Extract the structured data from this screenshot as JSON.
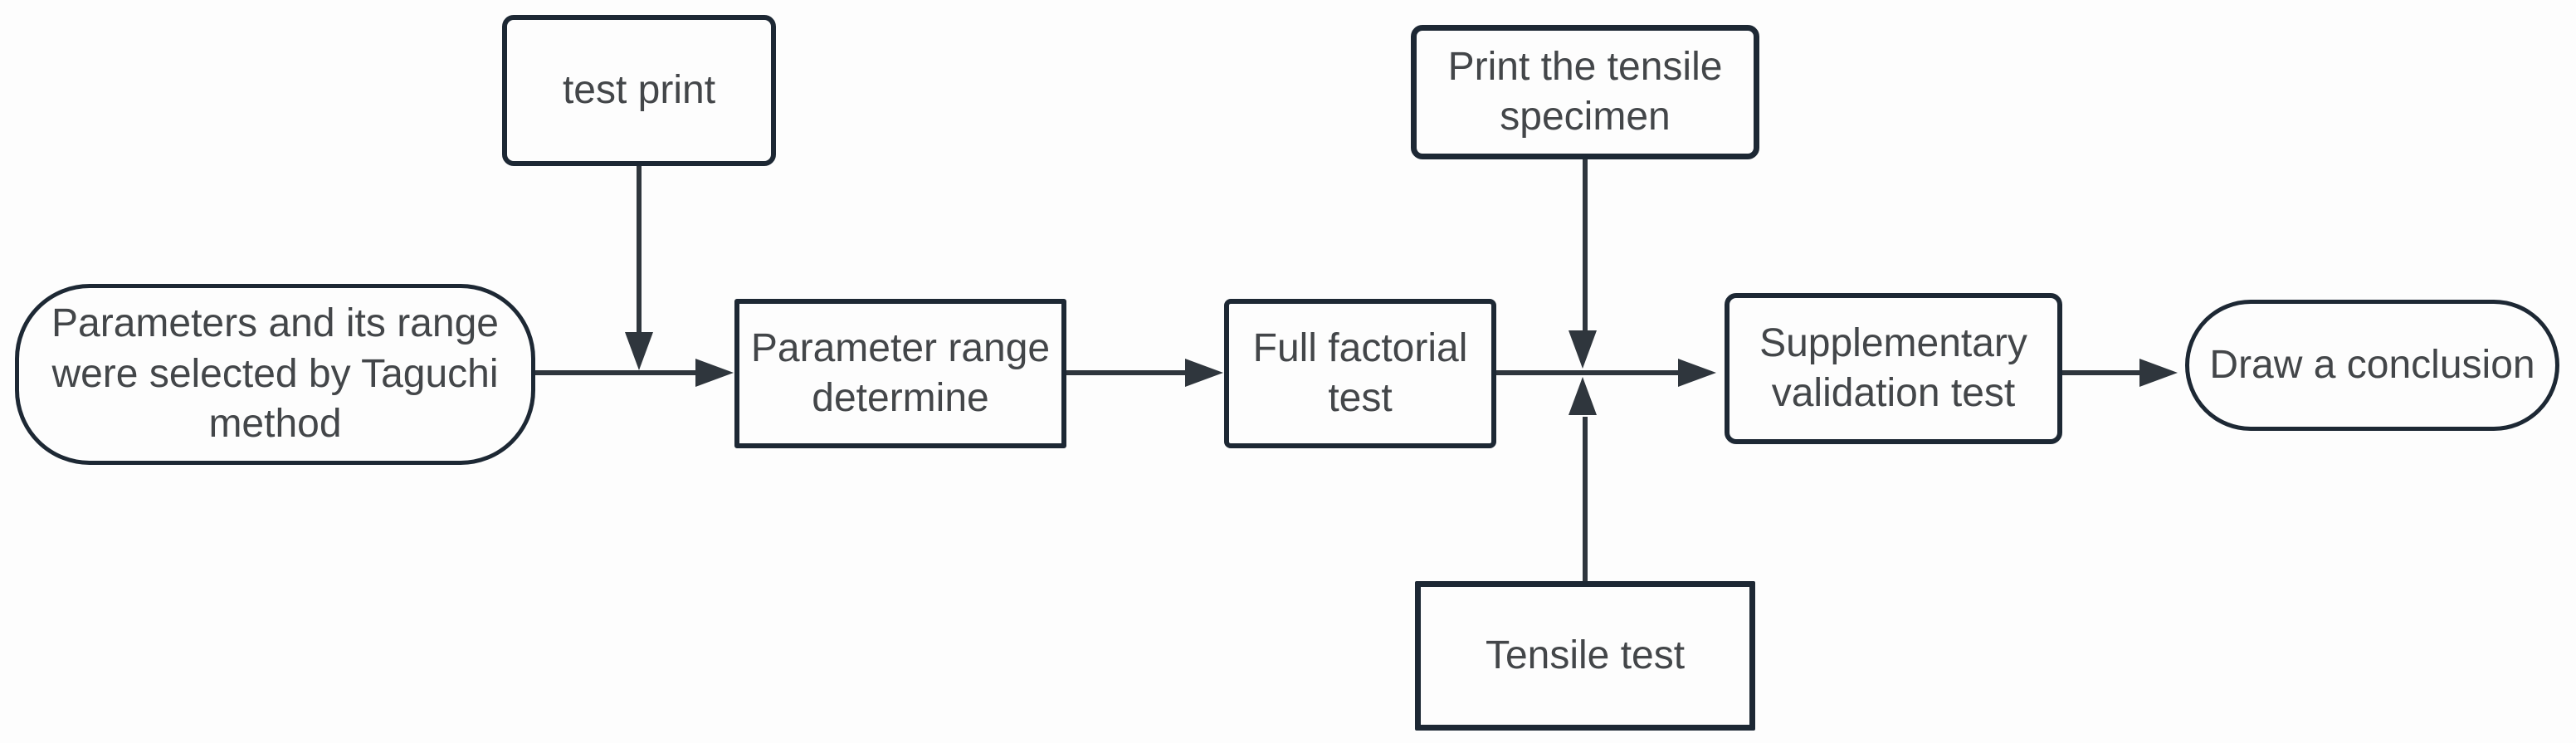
{
  "diagram": {
    "type": "flowchart",
    "colors": {
      "background": "#fdfdfd",
      "node_border": "#1d2834",
      "arrow": "#2f363d",
      "text": "#434649"
    },
    "nodes": [
      {
        "id": "taguchi",
        "shape": "stadium",
        "label": "Parameters and its range\nwere selected by Taguchi\nmethod"
      },
      {
        "id": "test-print",
        "shape": "rounded-rect",
        "label": "test print"
      },
      {
        "id": "param-range",
        "shape": "rect",
        "label": "Parameter range\ndetermine"
      },
      {
        "id": "full-factorial",
        "shape": "rect",
        "label": "Full factorial\ntest"
      },
      {
        "id": "print-specimen",
        "shape": "rounded-rect",
        "label": "Print the tensile\nspecimen"
      },
      {
        "id": "tensile-test",
        "shape": "rect",
        "label": "Tensile test"
      },
      {
        "id": "supplementary",
        "shape": "rounded-rect",
        "label": "Supplementary\nvalidation test"
      },
      {
        "id": "conclusion",
        "shape": "stadium",
        "label": "Draw a conclusion"
      }
    ],
    "edges": [
      {
        "from": "taguchi",
        "to": "param-range",
        "type": "arrow"
      },
      {
        "from": "test-print",
        "to": "main-flow-line",
        "type": "arrow-down"
      },
      {
        "from": "param-range",
        "to": "full-factorial",
        "type": "arrow"
      },
      {
        "from": "full-factorial",
        "to": "supplementary",
        "type": "arrow"
      },
      {
        "from": "print-specimen",
        "to": "main-flow-line",
        "type": "arrow-down"
      },
      {
        "from": "tensile-test",
        "to": "main-flow-line",
        "type": "arrow-up"
      },
      {
        "from": "supplementary",
        "to": "conclusion",
        "type": "arrow"
      }
    ]
  }
}
